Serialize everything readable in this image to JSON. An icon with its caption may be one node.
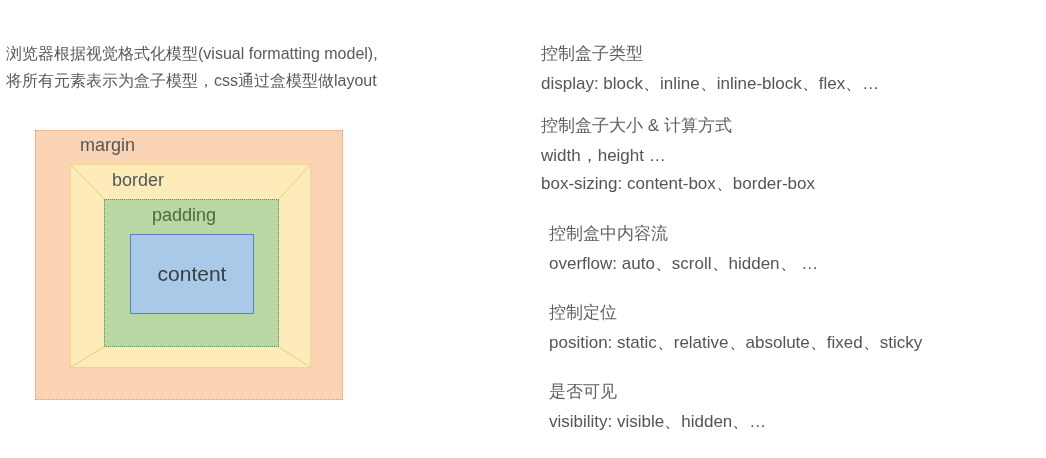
{
  "diagram": {
    "nodes": [
      {
        "text": [
          "margin"
        ]
      },
      {
        "text": [
          "border"
        ],
        "in": 0
      },
      {
        "text": [
          "padding"
        ],
        "in": 1
      },
      {
        "text": [
          "content"
        ],
        "in": 2
      }
    ],
    "labels": [
      "浏览器根据视觉格式化模型(visual formatting model), 将所有元素表示为盒子模型，css通过盒模型做layout",
      "控制盒子类型",
      "display: block、inline、inline-block、flex、…",
      "控制盒子大小 & 计算方式",
      "width，height …",
      "box-sizing: content-box、border-box",
      "控制盒中内容流",
      "overflow: auto、scroll、hidden、 …",
      "控制定位",
      "position: static、relative、absolute、fixed、sticky",
      "是否可见",
      "visibility: visible、hidden、…"
    ]
  }
}
